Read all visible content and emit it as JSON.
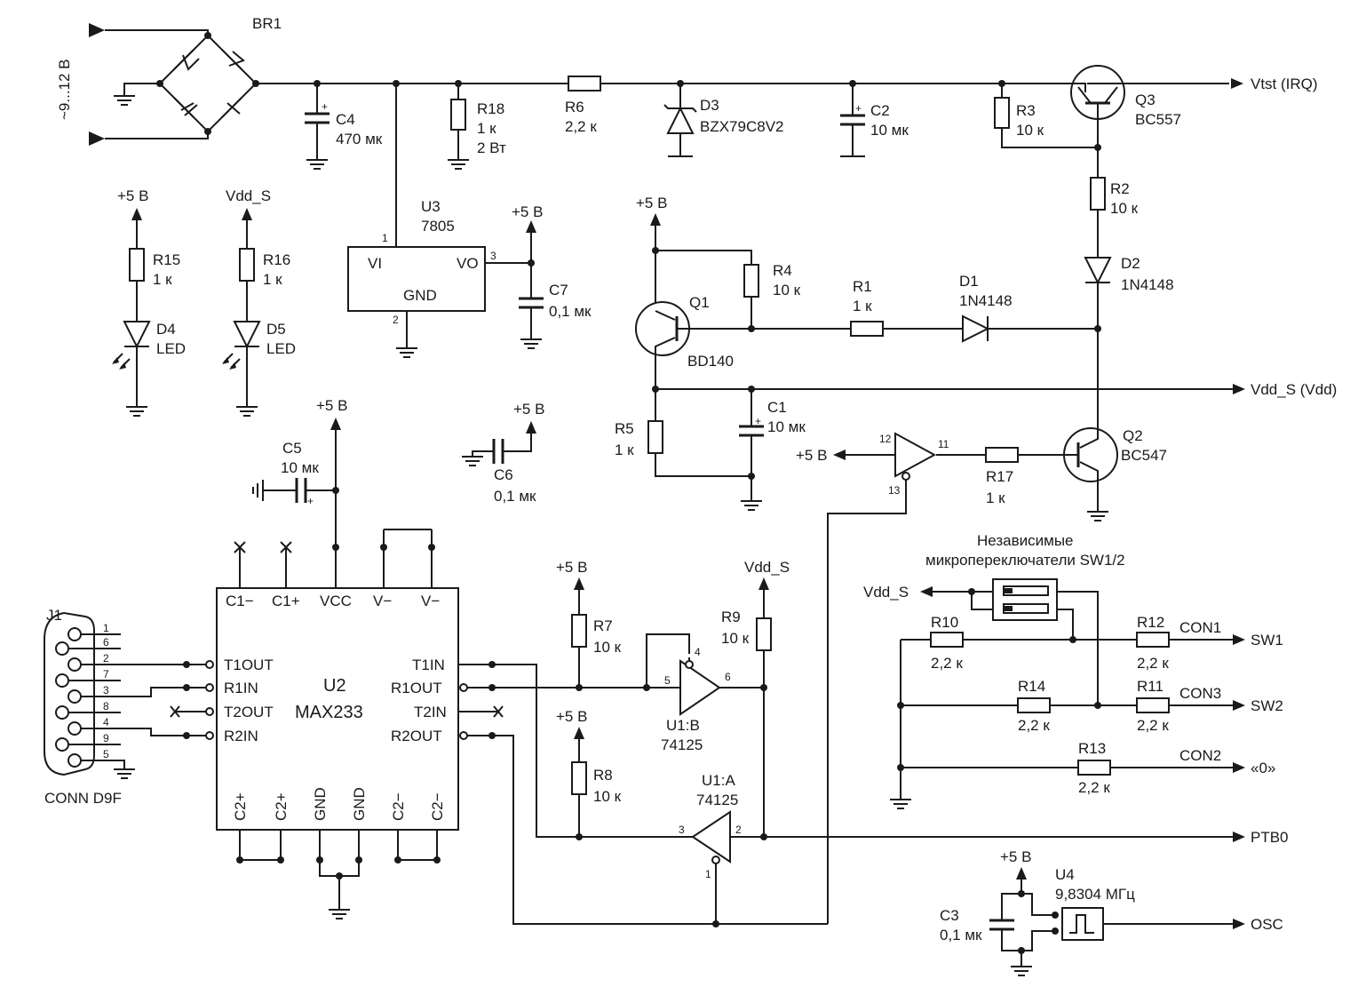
{
  "input": {
    "voltage_label": "~9...12 В"
  },
  "br1": {
    "ref": "BR1"
  },
  "c4": {
    "ref": "C4",
    "value": "470 мк"
  },
  "r18": {
    "ref": "R18",
    "value": "1 к",
    "power": "2 Вт"
  },
  "r6": {
    "ref": "R6",
    "value": "2,2 к"
  },
  "d3": {
    "ref": "D3",
    "part": "BZX79C8V2"
  },
  "c2": {
    "ref": "C2",
    "value": "10 мк"
  },
  "r3": {
    "ref": "R3",
    "value": "10 к"
  },
  "q3": {
    "ref": "Q3",
    "part": "BC557"
  },
  "vtst": {
    "label": "Vtst (IRQ)"
  },
  "r2": {
    "ref": "R2",
    "value": "10 к"
  },
  "d2": {
    "ref": "D2",
    "part": "1N4148"
  },
  "u3": {
    "ref": "U3",
    "part": "7805",
    "pin_vi": "VI",
    "pin_vo": "VO",
    "pin_gnd": "GND",
    "p1": "1",
    "p2": "2",
    "p3": "3"
  },
  "c7": {
    "ref": "C7",
    "value": "0,1 мк"
  },
  "plus5": "+5 В",
  "vdd_s": "Vdd_S",
  "r15": {
    "ref": "R15",
    "value": "1 к"
  },
  "r16": {
    "ref": "R16",
    "value": "1 к"
  },
  "d4": {
    "ref": "D4",
    "part": "LED"
  },
  "d5": {
    "ref": "D5",
    "part": "LED"
  },
  "q1": {
    "ref": "Q1",
    "part": "BD140"
  },
  "r4": {
    "ref": "R4",
    "value": "10 к"
  },
  "r1": {
    "ref": "R1",
    "value": "1 к"
  },
  "d1": {
    "ref": "D1",
    "part": "1N4148"
  },
  "vdd_out": {
    "label": "Vdd_S (Vdd)"
  },
  "r5": {
    "ref": "R5",
    "value": "1 к"
  },
  "c1": {
    "ref": "C1",
    "value": "10 мк"
  },
  "c5": {
    "ref": "C5",
    "value": "10 мк"
  },
  "c6": {
    "ref": "C6",
    "value": "0,1 мк"
  },
  "q2": {
    "ref": "Q2",
    "part": "BC547"
  },
  "r17": {
    "ref": "R17",
    "value": "1 к"
  },
  "buf3": {
    "p12": "12",
    "p11": "11",
    "p13": "13"
  },
  "u2": {
    "ref": "U2",
    "part": "MAX233",
    "top_pins": [
      "C1−",
      "C1+",
      "VCC",
      "V−",
      "V−"
    ],
    "left_pins": [
      "T1OUT",
      "R1IN",
      "T2OUT",
      "R2IN"
    ],
    "right_pins": [
      "T1IN",
      "R1OUT",
      "T2IN",
      "R2OUT"
    ],
    "bottom_pins": [
      "C2+",
      "C2+",
      "GND",
      "GND",
      "C2−",
      "C2−"
    ]
  },
  "j1": {
    "ref": "J1",
    "part": "CONN D9F",
    "pins": [
      "1",
      "6",
      "2",
      "7",
      "3",
      "8",
      "4",
      "9",
      "5"
    ]
  },
  "r7": {
    "ref": "R7",
    "value": "10 к"
  },
  "r8": {
    "ref": "R8",
    "value": "10 к"
  },
  "r9": {
    "ref": "R9",
    "value": "10 к"
  },
  "u1b": {
    "ref": "U1:B",
    "part": "74125",
    "p4": "4",
    "p5": "5",
    "p6": "6"
  },
  "u1a": {
    "ref": "U1:A",
    "part": "74125",
    "p1": "1",
    "p2": "2",
    "p3": "3"
  },
  "sw": {
    "title1": "Независимые",
    "title2": "микропереключатели SW1/2"
  },
  "r10": {
    "ref": "R10",
    "value": "2,2 к"
  },
  "r12": {
    "ref": "R12",
    "value": "2,2 к"
  },
  "r14": {
    "ref": "R14",
    "value": "2,2 к"
  },
  "r11": {
    "ref": "R11",
    "value": "2,2 к"
  },
  "r13": {
    "ref": "R13",
    "value": "2,2 к"
  },
  "con1": "CON1",
  "con3": "CON3",
  "con2": "CON2",
  "sw1": "SW1",
  "sw2": "SW2",
  "zero": "«0»",
  "ptb0": "PTB0",
  "osc": "OSC",
  "u4": {
    "ref": "U4",
    "freq": "9,8304 МГц"
  },
  "c3": {
    "ref": "C3",
    "value": "0,1 мк"
  }
}
